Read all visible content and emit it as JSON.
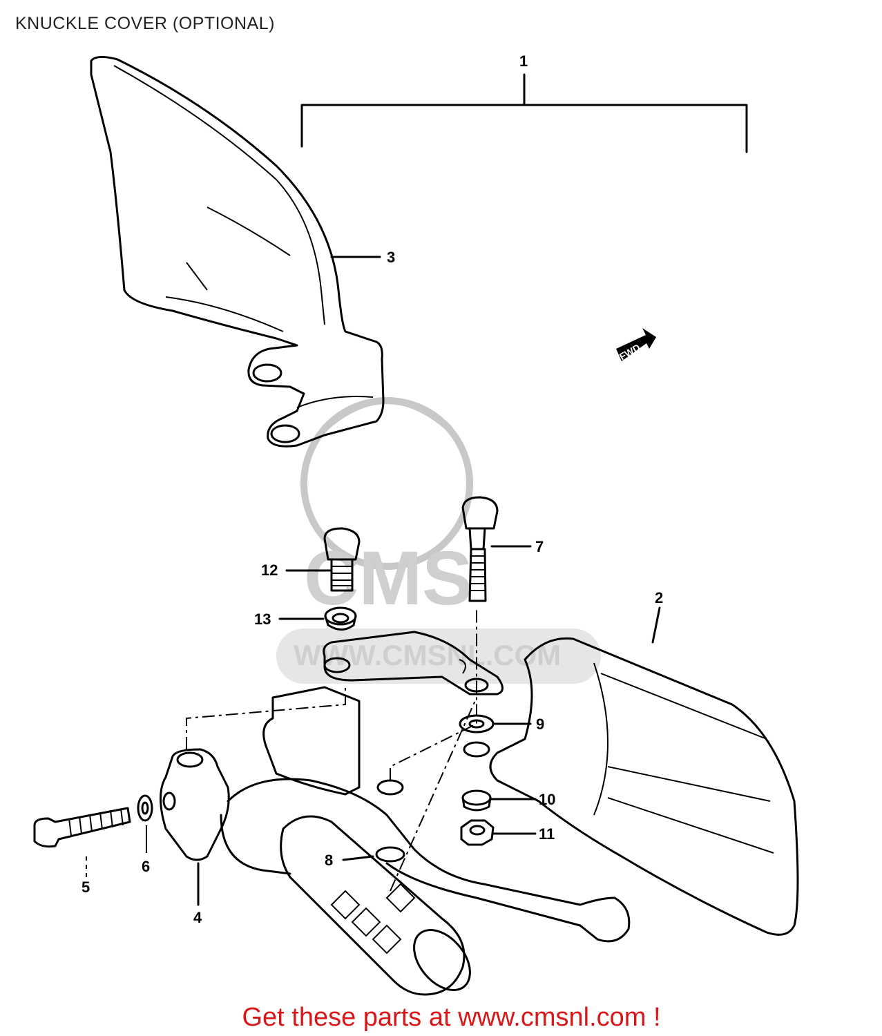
{
  "title": "KNUCKLE COVER (OPTIONAL)",
  "footer": "Get these parts at www.cmsnl.com !",
  "watermark": {
    "brand": "CMS",
    "url": "WWW.CMSNL.COM"
  },
  "fwd_marker": "FWD",
  "callouts": [
    {
      "id": "1",
      "label": "1"
    },
    {
      "id": "2",
      "label": "2"
    },
    {
      "id": "3",
      "label": "3"
    },
    {
      "id": "4",
      "label": "4"
    },
    {
      "id": "5",
      "label": "5"
    },
    {
      "id": "6",
      "label": "6"
    },
    {
      "id": "7",
      "label": "7"
    },
    {
      "id": "8",
      "label": "8"
    },
    {
      "id": "9",
      "label": "9"
    },
    {
      "id": "10",
      "label": "10"
    },
    {
      "id": "11",
      "label": "11"
    },
    {
      "id": "12",
      "label": "12"
    },
    {
      "id": "13",
      "label": "13"
    }
  ],
  "colors": {
    "line": "#000000",
    "footer": "#d81818",
    "watermark": "#c8c8c8"
  }
}
